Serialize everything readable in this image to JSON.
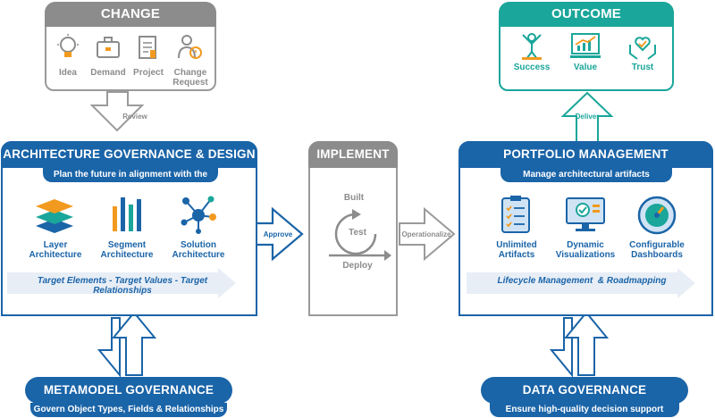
{
  "change": {
    "title": "CHANGE",
    "items": [
      "Idea",
      "Demand",
      "Project",
      "Change Request"
    ]
  },
  "review_label": "Review",
  "architecture": {
    "title": "ARCHITECTURE GOVERNANCE & DESIGN",
    "subtitle": "Plan the future in alignment with the reality",
    "items": [
      "Layer Architecture",
      "Segment Architecture",
      "Solution Architecture"
    ],
    "banner": "Target Elements - Target Values - Target Relationships"
  },
  "approve_label": "Approve",
  "implement": {
    "title": "IMPLEMENT",
    "cycle": [
      "Built",
      "Test",
      "Deploy"
    ]
  },
  "operationalize_label": "Operationalize",
  "portfolio": {
    "title": "PORTFOLIO MANAGEMENT",
    "subtitle": "Manage architectural artifacts sustainable",
    "items": [
      "Unlimited Artifacts",
      "Dynamic Visualizations",
      "Configurable Dashboards"
    ],
    "banner": "Lifecycle Management  & Roadmapping"
  },
  "deliver_label": "Deliver",
  "outcome": {
    "title": "OUTCOME",
    "items": [
      "Success",
      "Value",
      "Trust"
    ]
  },
  "metamodel": {
    "title": "METAMODEL GOVERNANCE",
    "subtitle": "Govern Object Types, Fields & Relationships"
  },
  "data_governance": {
    "title": "DATA GOVERNANCE",
    "subtitle": "Ensure high-quality decision support"
  },
  "colors": {
    "blue": "#1a64a8",
    "gray": "#8c8c8c",
    "teal": "#1aa69a",
    "orange": "#f29a1f"
  }
}
